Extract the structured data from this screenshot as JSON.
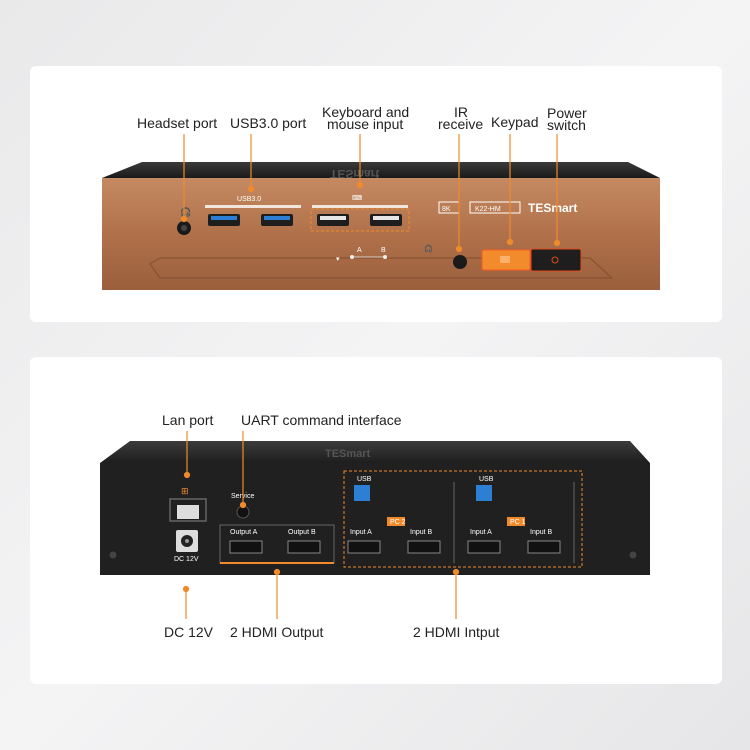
{
  "front": {
    "labels": {
      "headset_port": "Headset port",
      "usb30_port": "USB3.0 port",
      "keyboard_mouse_1": "Keyboard and",
      "keyboard_mouse_2": "mouse input",
      "ir_1": "IR",
      "ir_2": "receive",
      "keypad": "Keypad",
      "power_1": "Power",
      "power_2": "switch"
    },
    "device": {
      "usb_group_label": "USB3.0",
      "brand": "TESmart",
      "top_brand": "TESmart",
      "badge_8k": "8K",
      "model": "K22-HM",
      "led_a": "A",
      "led_b": "B"
    }
  },
  "rear": {
    "labels": {
      "lan_port": "Lan port",
      "uart": "UART command interface",
      "dc": "DC 12V",
      "hdmi_output": "2 HDMI Output",
      "hdmi_input": "2 HDMI Intput"
    },
    "device": {
      "top_brand": "TESmart",
      "service": "Service",
      "dc_label": "DC 12V",
      "output_a": "Output A",
      "output_b": "Output B",
      "usb_1": "USB",
      "usb_2": "USB",
      "pc2": "PC 2",
      "pc1": "PC 1",
      "input_a_1": "Input A",
      "input_b_1": "Input B",
      "input_a_2": "Input A",
      "input_b_2": "Input B"
    }
  },
  "colors": {
    "accent_orange": "#ee7b22",
    "bronze": "#b0714a",
    "chassis": "#222222"
  }
}
